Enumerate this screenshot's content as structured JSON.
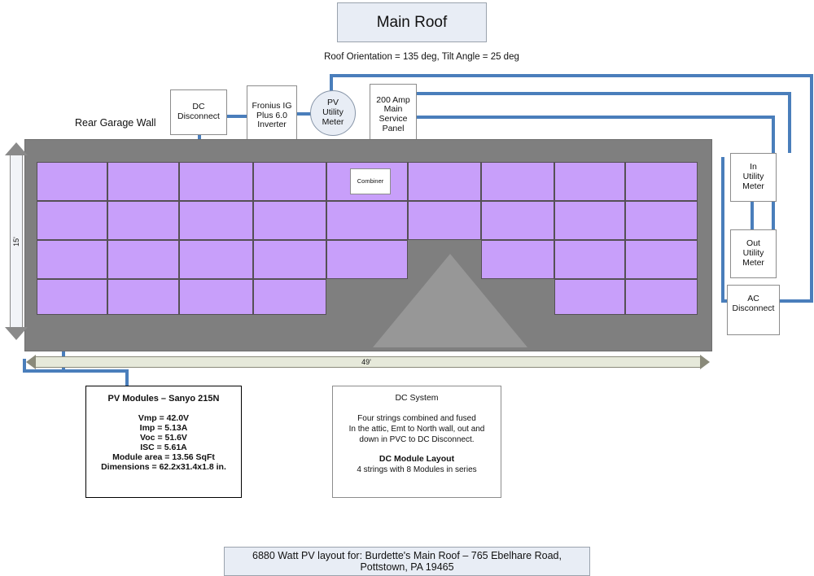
{
  "header": {
    "title": "Main Roof",
    "orientation_note": "Roof Orientation = 135 deg, Tilt Angle = 25 deg"
  },
  "labels": {
    "rear_garage_wall": "Rear Garage Wall",
    "combiner": "Combiner"
  },
  "equipment": [
    {
      "id": "dc-disconnect",
      "lines": [
        "DC",
        "Disconnect"
      ]
    },
    {
      "id": "inverter",
      "lines": [
        "Fronius IG",
        "Plus 6.0",
        "Inverter"
      ]
    },
    {
      "id": "pv-utility-meter",
      "lines": [
        "PV",
        "Utility",
        "Meter"
      ]
    },
    {
      "id": "main-service-panel",
      "lines": [
        "200 Amp",
        "Main",
        "Service",
        "Panel"
      ]
    },
    {
      "id": "in-utility-meter",
      "lines": [
        "In",
        "Utility",
        "Meter"
      ]
    },
    {
      "id": "out-utility-meter",
      "lines": [
        "Out",
        "Utility",
        "Meter"
      ]
    },
    {
      "id": "ac-disconnect",
      "lines": [
        "AC",
        "Disconnect"
      ]
    }
  ],
  "equipment_text": {
    "dc_disconnect_l1": "DC",
    "dc_disconnect_l2": "Disconnect",
    "inverter_l1": "Fronius IG",
    "inverter_l2": "Plus 6.0",
    "inverter_l3": "Inverter",
    "pv_meter_l1": "PV",
    "pv_meter_l2": "Utility",
    "pv_meter_l3": "Meter",
    "msp_l1": "200 Amp",
    "msp_l2": "Main",
    "msp_l3": "Service",
    "msp_l4": "Panel",
    "in_meter_l1": "In",
    "in_meter_l2": "Utility",
    "in_meter_l3": "Meter",
    "out_meter_l1": "Out",
    "out_meter_l2": "Utility",
    "out_meter_l3": "Meter",
    "ac_disconnect_l1": "AC",
    "ac_disconnect_l2": "Disconnect"
  },
  "dimensions": {
    "height_label": "15'",
    "width_label": "49'"
  },
  "pv_modules_box": {
    "title": "PV Modules – Sanyo 215N",
    "specs": [
      "Vmp = 42.0V",
      "Imp  = 5.13A",
      "Voc  = 51.6V",
      "ISC  = 5.61A",
      "Module area = 13.56 SqFt",
      "Dimensions = 62.2x31.4x1.8 in."
    ],
    "spec_vmp": "Vmp = 42.0V",
    "spec_imp": "Imp  = 5.13A",
    "spec_voc": "Voc  = 51.6V",
    "spec_isc": "ISC  = 5.61A",
    "spec_area": "Module area = 13.56 SqFt",
    "spec_dims": "Dimensions = 62.2x31.4x1.8 in."
  },
  "dc_system_box": {
    "title": "DC System",
    "desc_l1": "Four strings combined and fused",
    "desc_l2": "In the attic, Emt to North wall, out and",
    "desc_l3": "down in PVC to DC Disconnect.",
    "layout_title": "DC Module Layout",
    "layout_desc": "4 strings with 8 Modules in series"
  },
  "footer": {
    "line1": "6880 Watt PV layout for:  Burdette's Main Roof – 765 Ebelhare Road,",
    "line2": "Pottstown, PA 19465"
  },
  "colors": {
    "panel": "#C89FFA",
    "roof": "#7F7F7F",
    "hip": "#979797",
    "wire": "#4A7EBB",
    "titlebox": "#E8EDF5"
  },
  "roof_layout": {
    "rows": 4,
    "cols": 9,
    "total_panels": 32,
    "grid": [
      [
        1,
        1,
        1,
        1,
        1,
        1,
        1,
        1,
        1
      ],
      [
        1,
        1,
        1,
        1,
        1,
        1,
        1,
        1,
        1
      ],
      [
        1,
        1,
        1,
        1,
        1,
        0,
        1,
        1,
        1
      ],
      [
        1,
        1,
        1,
        1,
        0,
        0,
        0,
        1,
        1
      ]
    ]
  }
}
